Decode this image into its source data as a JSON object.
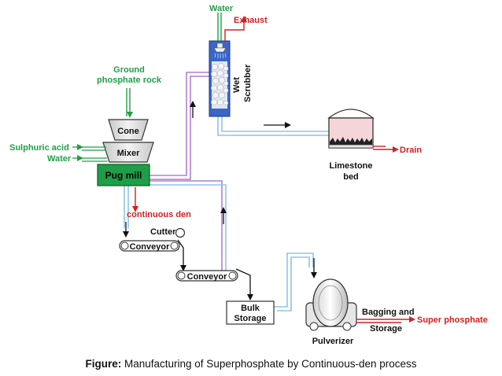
{
  "labels": {
    "water_top": "Water",
    "exhaust": "Exhaust",
    "wet": "Wet",
    "scrubber": "Scrubber",
    "ground_line1": "Ground",
    "ground_line2": "phosphate rock",
    "cone": "Cone",
    "mixer": "Mixer",
    "sulphuric_acid": "Sulphuric acid",
    "water_left": "Water",
    "pug_mill": "Pug mill",
    "continuous_den": "continuous den",
    "cutter": "Cutter",
    "conveyor1": "Conveyor",
    "conveyor2": "Conveyor",
    "bulk_line1": "Bulk",
    "bulk_line2": "Storage",
    "pulverizer": "Pulverizer",
    "bagging_line1": "Bagging and",
    "bagging_line2": "Storage",
    "super_phosphate": "Super phosphate",
    "limestone_line1": "Limestone",
    "limestone_line2": "bed",
    "drain": "Drain"
  },
  "caption": {
    "prefix": "Figure:",
    "text": " Manufacturing of Superphosphate by Continuous-den process"
  },
  "colors": {
    "input_label": "#1fa046",
    "output_label": "#d42020",
    "pug_mill_fill": "#1e9e48",
    "scrubber_fill": "#3a66c8",
    "limestone_fill": "#f5d6d8",
    "pipe_blue": "#8ec5e8",
    "pipe_purple": "#b27fd0"
  }
}
